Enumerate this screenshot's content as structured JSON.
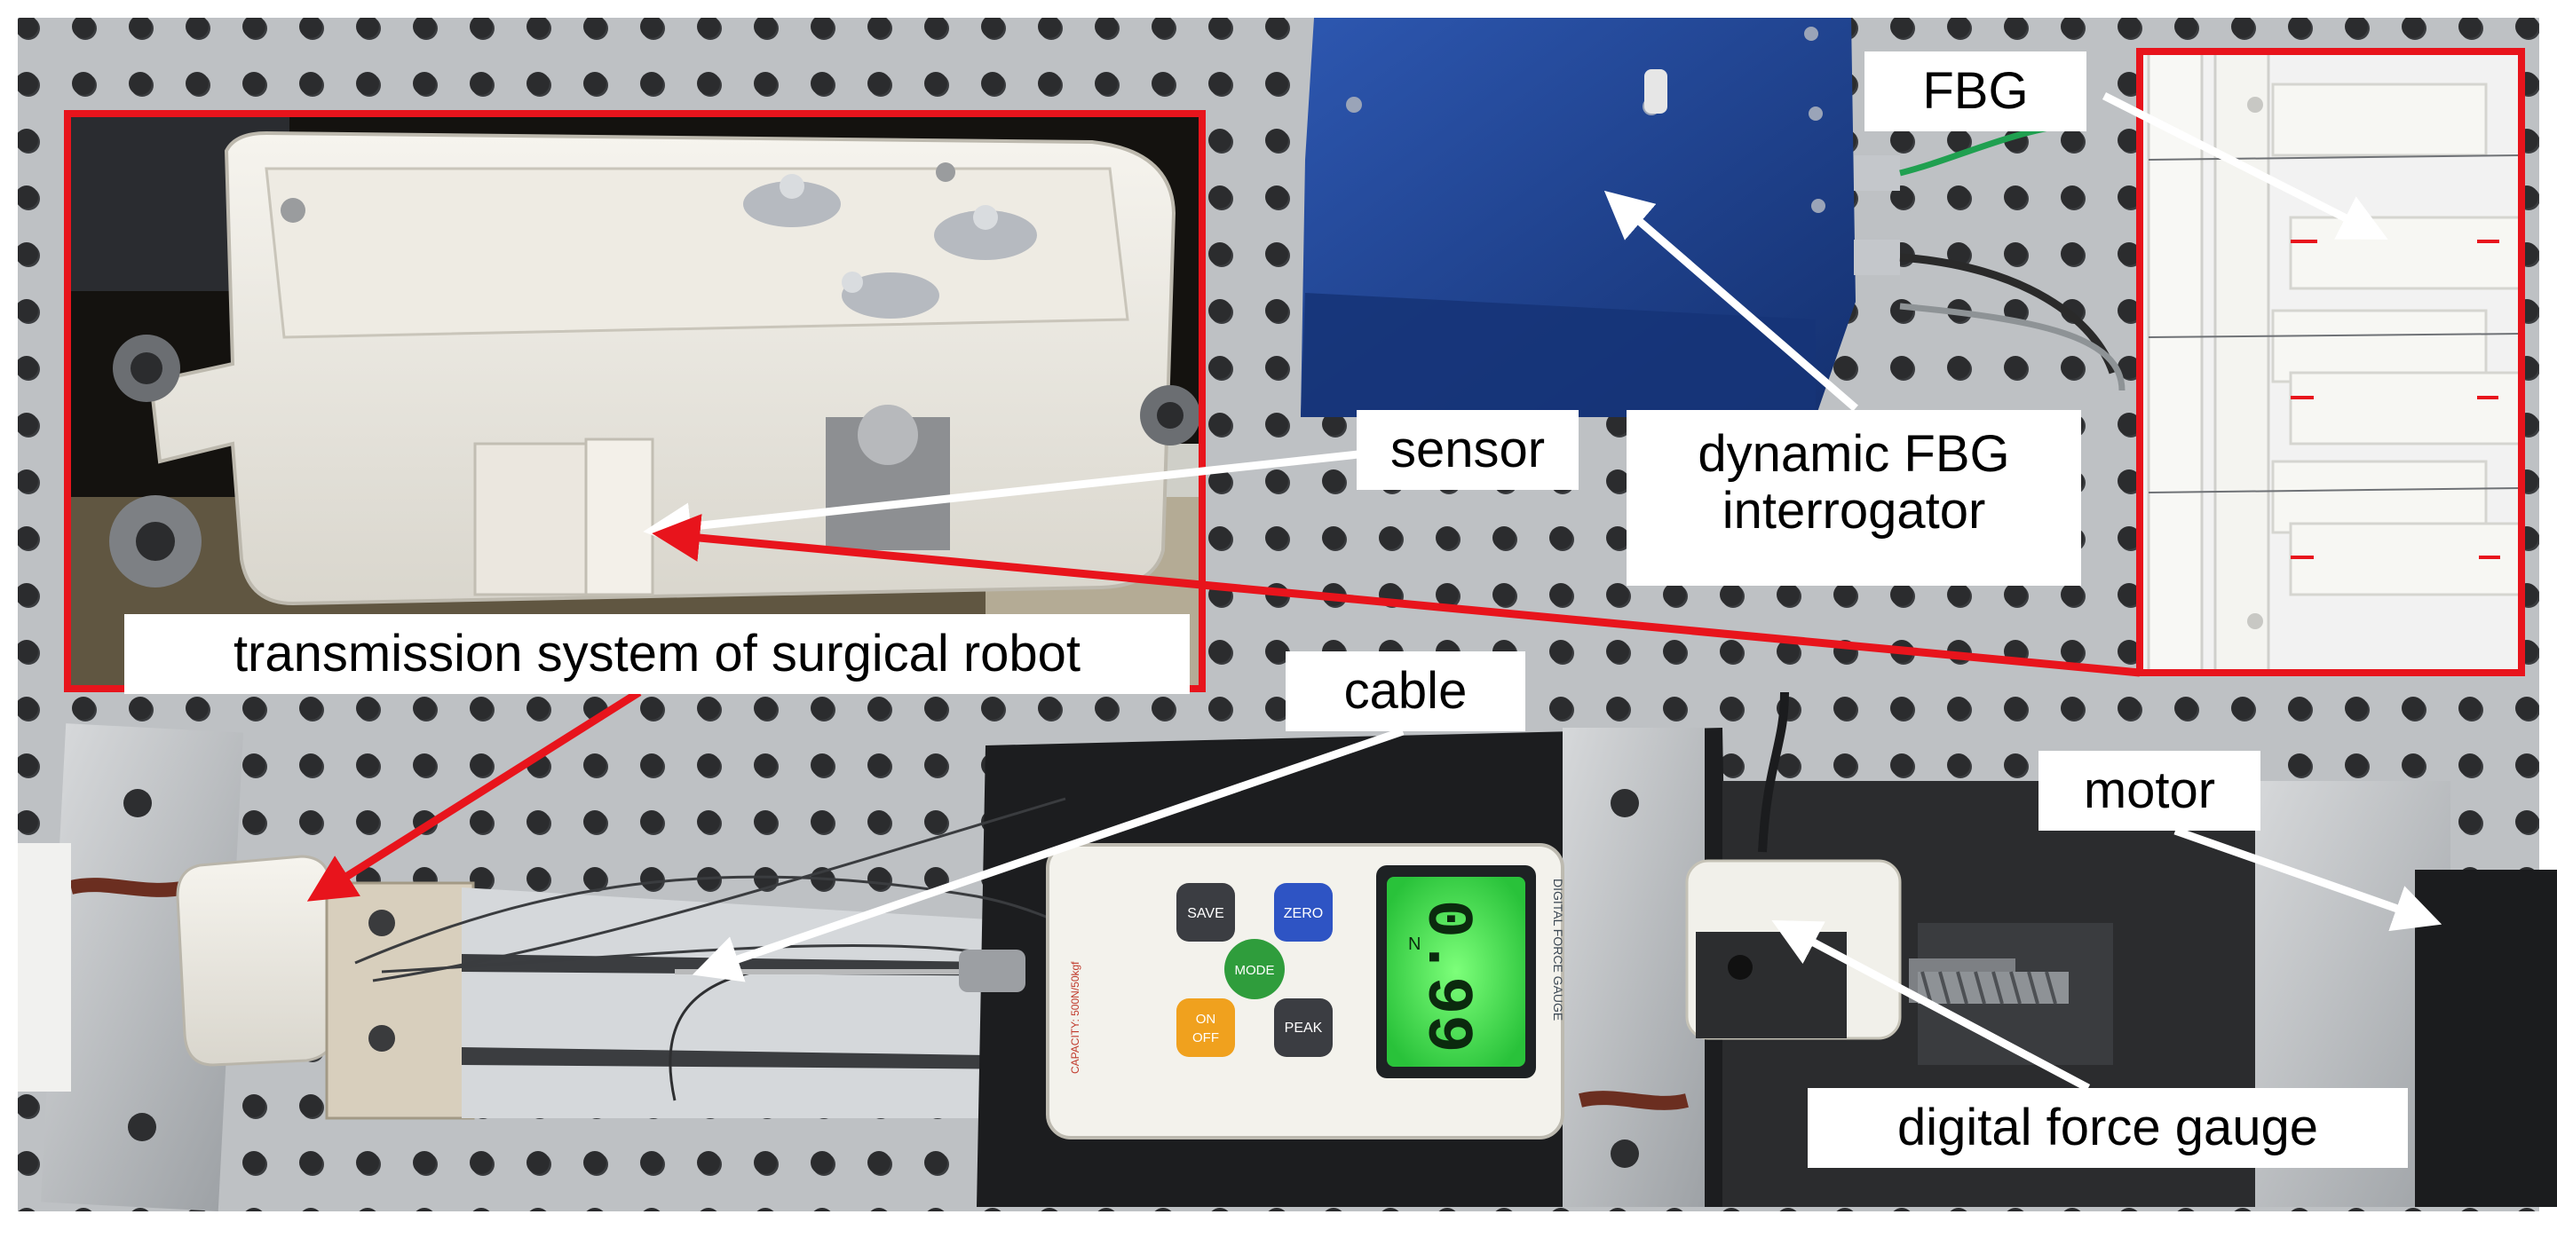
{
  "labels": {
    "fbg": "FBG",
    "sensor": "sensor",
    "interrogator_line1": "dynamic FBG",
    "interrogator_line2": "interrogator",
    "transmission": "transmission system of surgical robot",
    "cable": "cable",
    "motor": "motor",
    "digital_force_gauge": "digital force gauge"
  },
  "device": {
    "display_value": "0.99",
    "display_unit": "N",
    "key_save": "SAVE",
    "key_zero": "ZERO",
    "key_mode": "MODE",
    "key_on": "ON",
    "key_off": "OFF",
    "key_peak": "PEAK",
    "side_text": "DIGITAL FORCE GAUGE",
    "capacity_text": "CAPACITY: 500N/50kgf"
  },
  "colors": {
    "highlight_frame": "#e8141c",
    "arrow_white": "#ffffff",
    "arrow_red": "#e8141c",
    "interrogator_blue": "#1e3f8c",
    "gauge_display": "#4ee85a"
  }
}
